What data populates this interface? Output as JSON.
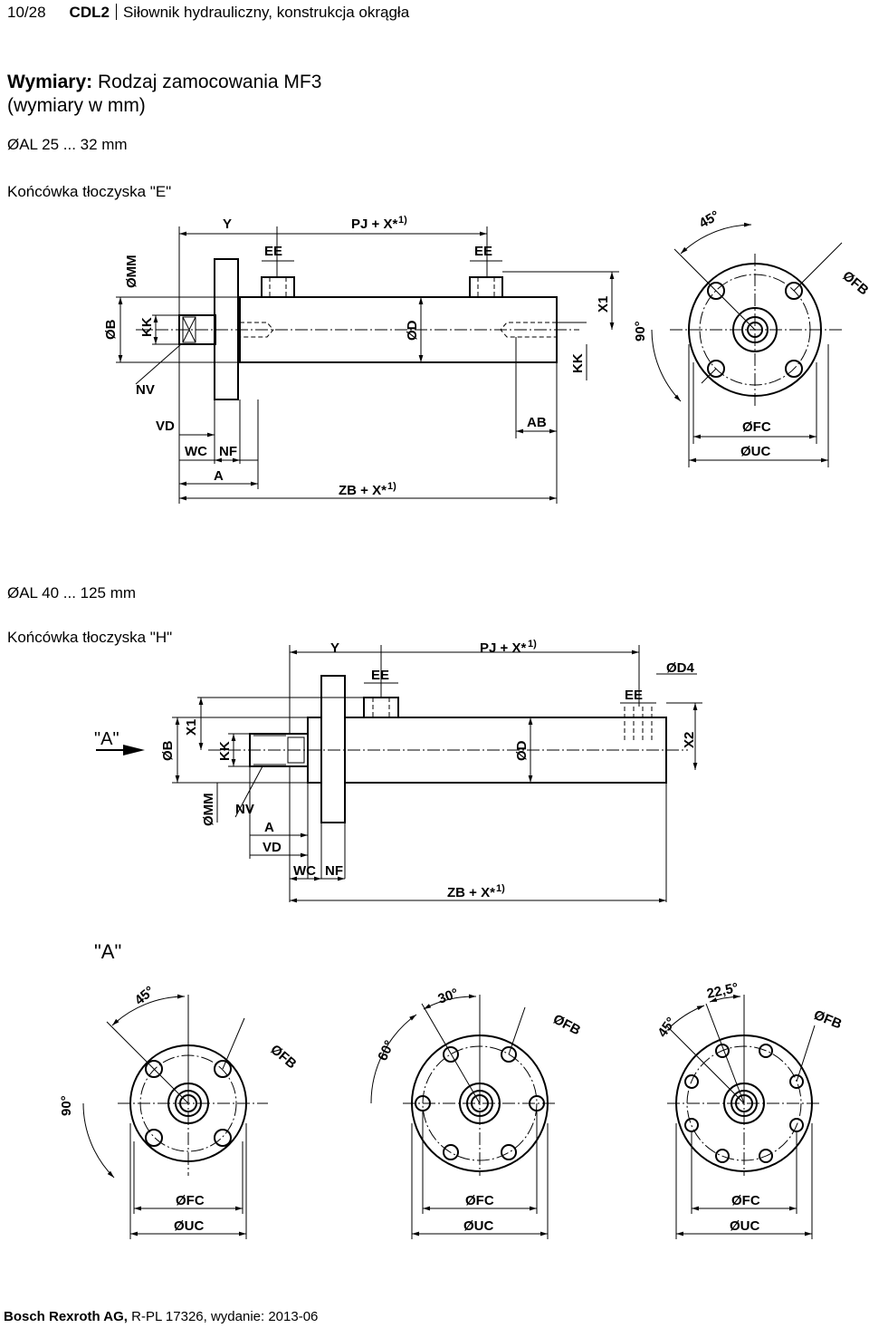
{
  "header": {
    "page": "10/28",
    "product": "CDL2",
    "subtitle": "Siłownik hydrauliczny, konstrukcja okrągła"
  },
  "title": {
    "bold": "Wymiary:",
    "text": "Rodzaj zamocowania MF3",
    "line2": "(wymiary w mm)"
  },
  "section1": {
    "range": "ØAL 25 ... 32 mm",
    "end_type": "Końcówka tłoczyska \"E\""
  },
  "section2": {
    "range": "ØAL 40 ... 125 mm",
    "end_type": "Końcówka tłoczyska \"H\""
  },
  "view_label": "\"A\"",
  "dims": {
    "Y": "Y",
    "PJ": "PJ + X*",
    "sup": "1)",
    "EE": "EE",
    "MM": "ØMM",
    "B": "ØB",
    "KK": "KK",
    "D": "ØD",
    "X1": "X1",
    "X2": "X2",
    "NV": "NV",
    "VD": "VD",
    "WC": "WC",
    "NF": "NF",
    "A": "A",
    "AB": "AB",
    "ZB": "ZB + X*",
    "FC": "ØFC",
    "UC": "ØUC",
    "FB": "ØFB",
    "D4": "ØD4",
    "a45": "45°",
    "a90": "90°",
    "a30": "30°",
    "a60": "60°",
    "a22": "22,5°"
  },
  "footer": {
    "company": "Bosch Rexroth AG,",
    "doc": "R-PL 17326, wydanie: 2013-06"
  }
}
